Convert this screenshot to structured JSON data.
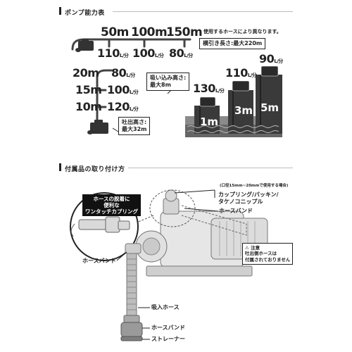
{
  "pump_capacity": {
    "title": "ポンプ能力表",
    "distance": {
      "values": [
        "50m",
        "100m",
        "150m"
      ],
      "flows": [
        "110",
        "100",
        "80"
      ],
      "flow_unit": "L/分"
    },
    "hose_note": "使用するホースにより異なります。",
    "horizontal_box": "横引き長さ:最大220m",
    "vertical": {
      "heights": [
        "20m",
        "15m",
        "10m"
      ],
      "flows": [
        "80",
        "100",
        "120"
      ],
      "flow_unit": "L/分"
    },
    "suction_box": [
      "吸い込み高さ:",
      "最大8m"
    ],
    "discharge_box": [
      "吐出高さ:",
      "最大32m"
    ],
    "suction_steps": {
      "heights": [
        "1m",
        "3m",
        "5m"
      ],
      "flows": [
        "130",
        "110",
        "90"
      ],
      "flow_unit": "L/分"
    }
  },
  "accessories": {
    "title": "付属品の取り付け方",
    "callout": [
      "ホースの脱着に",
      "便利な",
      "ワンタッチカプリング"
    ],
    "hose_note": "(口径15mm~20mmで使用する場合)",
    "coupling_label": [
      "カップリング/パッキン/",
      "タケノコニップル"
    ],
    "hose_band_right": "ホースバンド",
    "hose_band_left": "ホースバンド",
    "caution_title": "注意",
    "caution_text": [
      "吐出側ホースは",
      "付属されておりません"
    ],
    "suction_hose": "吸入ホース",
    "hose_band_bottom": "ホースバンド",
    "strainer": "ストレーナー"
  }
}
